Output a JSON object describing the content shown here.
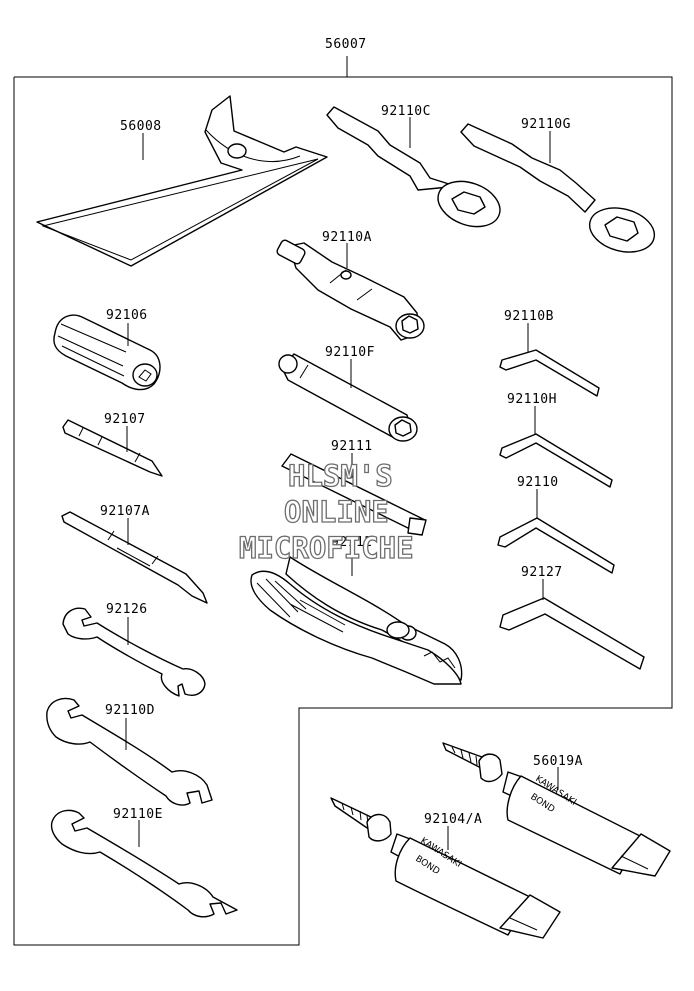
{
  "diagram": {
    "assembly_label": "56007",
    "watermark": [
      "HLSM'S",
      "ONLINE",
      "MICROFICHE"
    ],
    "tube_brand": "KAWASAKI",
    "tube_product": "BOND",
    "parts": [
      {
        "id": "p-56008",
        "label": "56008",
        "item": "tool-case-icon"
      },
      {
        "id": "p-92110c",
        "label": "92110C",
        "item": "box-wrench-icon"
      },
      {
        "id": "p-92110g",
        "label": "92110G",
        "item": "box-wrench-icon"
      },
      {
        "id": "p-92110a",
        "label": "92110A",
        "item": "socket-wrench-icon"
      },
      {
        "id": "p-92106",
        "label": "92106",
        "item": "screwdriver-grip-icon"
      },
      {
        "id": "p-92110b",
        "label": "92110B",
        "item": "hex-key-icon"
      },
      {
        "id": "p-92110f",
        "label": "92110F",
        "item": "socket-wrench-icon"
      },
      {
        "id": "p-92107",
        "label": "92107",
        "item": "screwdriver-bit-icon"
      },
      {
        "id": "p-92110h",
        "label": "92110H",
        "item": "hex-key-icon"
      },
      {
        "id": "p-92111",
        "label": "92111",
        "item": "tommy-bar-icon"
      },
      {
        "id": "p-92110",
        "label": "92110",
        "item": "hex-key-icon"
      },
      {
        "id": "p-92107a",
        "label": "92107A",
        "item": "screwdriver-bit-icon"
      },
      {
        "id": "p-92112",
        "label": "92112",
        "item": "pliers-icon"
      },
      {
        "id": "p-92127",
        "label": "92127",
        "item": "hex-key-icon"
      },
      {
        "id": "p-92126",
        "label": "92126",
        "item": "open-end-wrench-icon"
      },
      {
        "id": "p-92110d",
        "label": "92110D",
        "item": "open-end-wrench-icon"
      },
      {
        "id": "p-56019a",
        "label": "56019A",
        "item": "bond-tube-icon"
      },
      {
        "id": "p-92110e",
        "label": "92110E",
        "item": "open-end-wrench-icon"
      },
      {
        "id": "p-92104a",
        "label": "92104/A",
        "item": "bond-tube-icon"
      }
    ]
  }
}
